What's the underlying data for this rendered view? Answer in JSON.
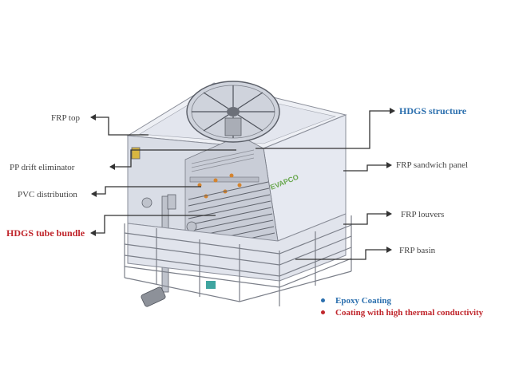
{
  "labels": {
    "frp_top": "FRP top",
    "pp_drift_eliminator": "PP drift eliminator",
    "pvc_distribution": "PVC distribution",
    "hdgs_tube_bundle": "HDGS tube bundle",
    "hdgs_structure": "HDGS structure",
    "frp_sandwich_panel": "FRP sandwich panel",
    "frp_louvers": "FRP louvers",
    "frp_basin": "FRP basin",
    "panel_logo": "EVAPCO"
  },
  "legend": [
    {
      "text": "Epoxy Coating",
      "color": "#2b6fae"
    },
    {
      "text": "Coating with high thermal conductivity",
      "color": "#c0262c"
    }
  ]
}
